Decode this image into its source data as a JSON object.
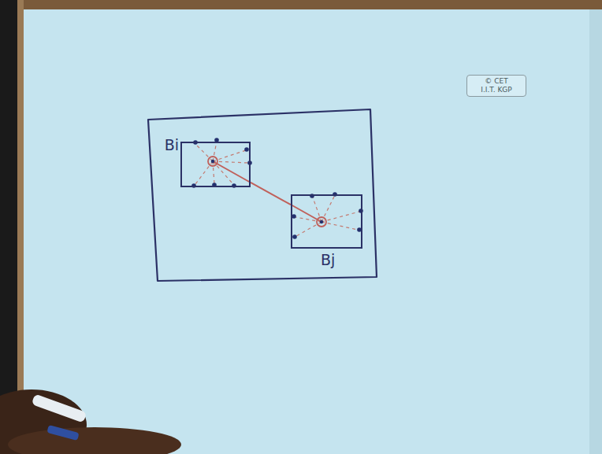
{
  "diagram": {
    "nodes": [
      {
        "text": [
          "Bi"
        ]
      },
      {
        "text": [
          "Bj"
        ]
      }
    ],
    "edges": [
      {
        "from": 0,
        "to": 1,
        "arrow": "none"
      }
    ],
    "labels": [
      "© CET",
      "I.I.T. KGP"
    ]
  }
}
